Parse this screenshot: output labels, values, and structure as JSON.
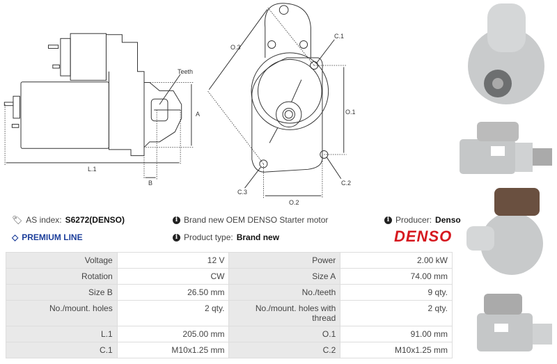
{
  "diagram": {
    "labels": {
      "teeth": "Teeth",
      "a": "A",
      "b": "B",
      "l1": "L.1",
      "o1": "O.1",
      "o2": "O.2",
      "o3": "O.3",
      "c1": "C.1",
      "c2": "C.2",
      "c3": "C.3"
    }
  },
  "info": {
    "as_index_label": "AS index:",
    "as_index_value": "S6272(DENSO)",
    "premium": "PREMIUM LINE",
    "description": "Brand new OEM DENSO Starter motor",
    "product_type_label": "Product type:",
    "product_type_value": "Brand new",
    "producer_label": "Producer:",
    "producer_value": "Denso",
    "logo": "DENSO"
  },
  "specs": [
    [
      "Voltage",
      "12 V",
      "Power",
      "2.00 kW"
    ],
    [
      "Rotation",
      "CW",
      "Size A",
      "74.00 mm"
    ],
    [
      "Size B",
      "26.50 mm",
      "No./teeth",
      "9 qty."
    ],
    [
      "No./mount. holes",
      "2 qty.",
      "No./mount. holes with thread",
      "2 qty."
    ],
    [
      "L.1",
      "205.00 mm",
      "O.1",
      "91.00 mm"
    ],
    [
      "C.1",
      "M10x1.25 mm",
      "C.2",
      "M10x1.25 mm"
    ]
  ],
  "colors": {
    "accent": "#1d3f9b",
    "brand": "#d6181f"
  }
}
